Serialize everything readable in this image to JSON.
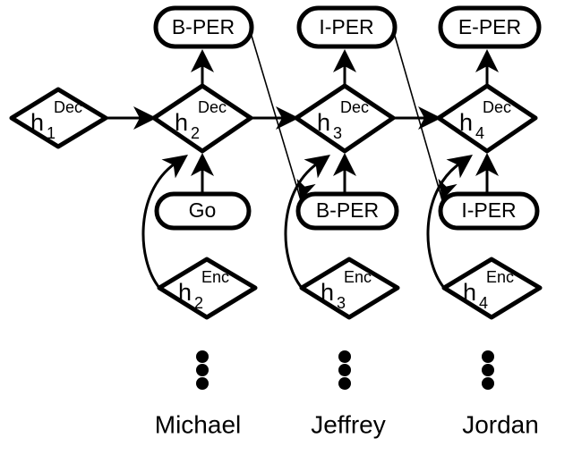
{
  "figure": {
    "title": "Encoder-decoder sequence labeling diagram",
    "background_color": "#ffffff",
    "stroke_color": "#000000"
  },
  "output_tags": [
    {
      "label": "B-PER",
      "name": "output-tag-1"
    },
    {
      "label": "I-PER",
      "name": "output-tag-2"
    },
    {
      "label": "E-PER",
      "name": "output-tag-3"
    }
  ],
  "decoder_states": [
    {
      "base": "h",
      "sub": "1",
      "sup": "Dec"
    },
    {
      "base": "h",
      "sub": "2",
      "sup": "Dec"
    },
    {
      "base": "h",
      "sub": "3",
      "sup": "Dec"
    },
    {
      "base": "h",
      "sub": "4",
      "sup": "Dec"
    }
  ],
  "input_tags": [
    {
      "label": "Go",
      "name": "input-tag-go"
    },
    {
      "label": "B-PER",
      "name": "input-tag-bper"
    },
    {
      "label": "I-PER",
      "name": "input-tag-iper"
    }
  ],
  "encoder_states": [
    {
      "base": "h",
      "sub": "2",
      "sup": "Enc"
    },
    {
      "base": "h",
      "sub": "3",
      "sup": "Enc"
    },
    {
      "base": "h",
      "sub": "4",
      "sup": "Enc"
    }
  ],
  "vertical_ellipses": [
    {
      "name": "ellipsis-michael",
      "dots": 3
    },
    {
      "name": "ellipsis-jeffrey",
      "dots": 3
    },
    {
      "name": "ellipsis-jordan",
      "dots": 3
    }
  ],
  "words": [
    {
      "label": "Michael",
      "name": "word-michael"
    },
    {
      "label": "Jeffrey",
      "name": "word-jeffrey"
    },
    {
      "label": "Jordan",
      "name": "word-jordan"
    }
  ]
}
